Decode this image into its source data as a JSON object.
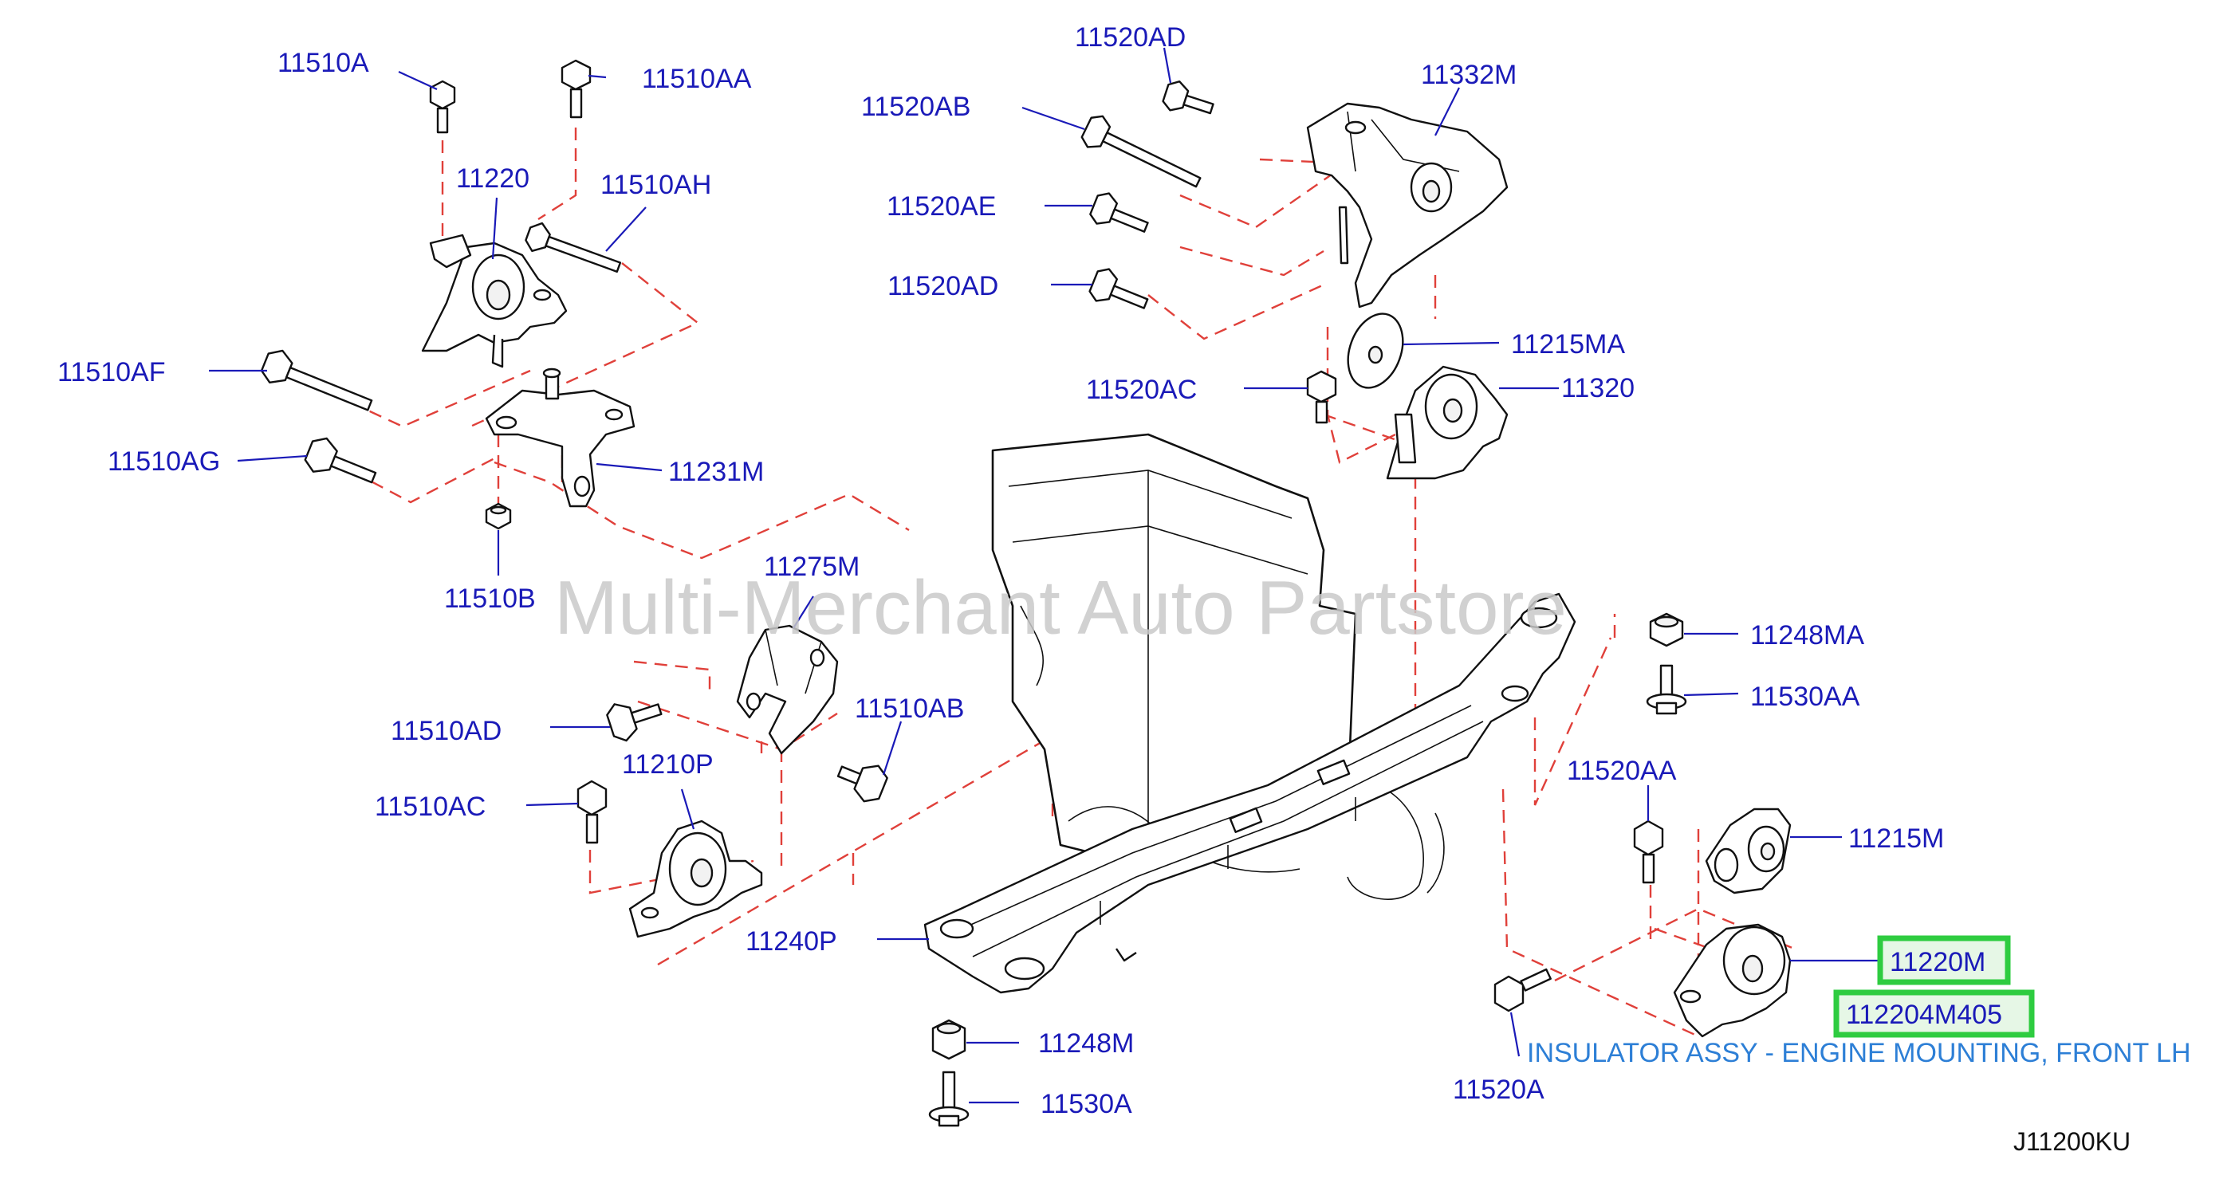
{
  "watermark": "Multi-Merchant Auto Partstore",
  "diagram_code": "J11200KU",
  "description": "INSULATOR ASSY - ENGINE MOUNTING, FRONT LH",
  "highlight": {
    "part": "11220M",
    "part_number": "112204M405",
    "color": "#2ecc40"
  },
  "labels": {
    "l_11510A": "11510A",
    "l_11510AA": "11510AA",
    "l_11220": "11220",
    "l_11510AH": "11510AH",
    "l_11510AF": "11510AF",
    "l_11510AG": "11510AG",
    "l_11231M": "11231M",
    "l_11510B": "11510B",
    "l_11520AD_top": "11520AD",
    "l_11520AB": "11520AB",
    "l_11332M": "11332M",
    "l_11520AE": "11520AE",
    "l_11520AD_mid": "11520AD",
    "l_11215MA": "11215MA",
    "l_11520AC": "11520AC",
    "l_11320": "11320",
    "l_11275M": "11275M",
    "l_11248MA": "11248MA",
    "l_11530AA": "11530AA",
    "l_11510AD": "11510AD",
    "l_11510AB": "11510AB",
    "l_11210P": "11210P",
    "l_11510AC": "11510AC",
    "l_11520AA": "11520AA",
    "l_11215M": "11215M",
    "l_11240P": "11240P",
    "l_11248M": "11248M",
    "l_11530A": "11530A",
    "l_11520A": "11520A"
  }
}
